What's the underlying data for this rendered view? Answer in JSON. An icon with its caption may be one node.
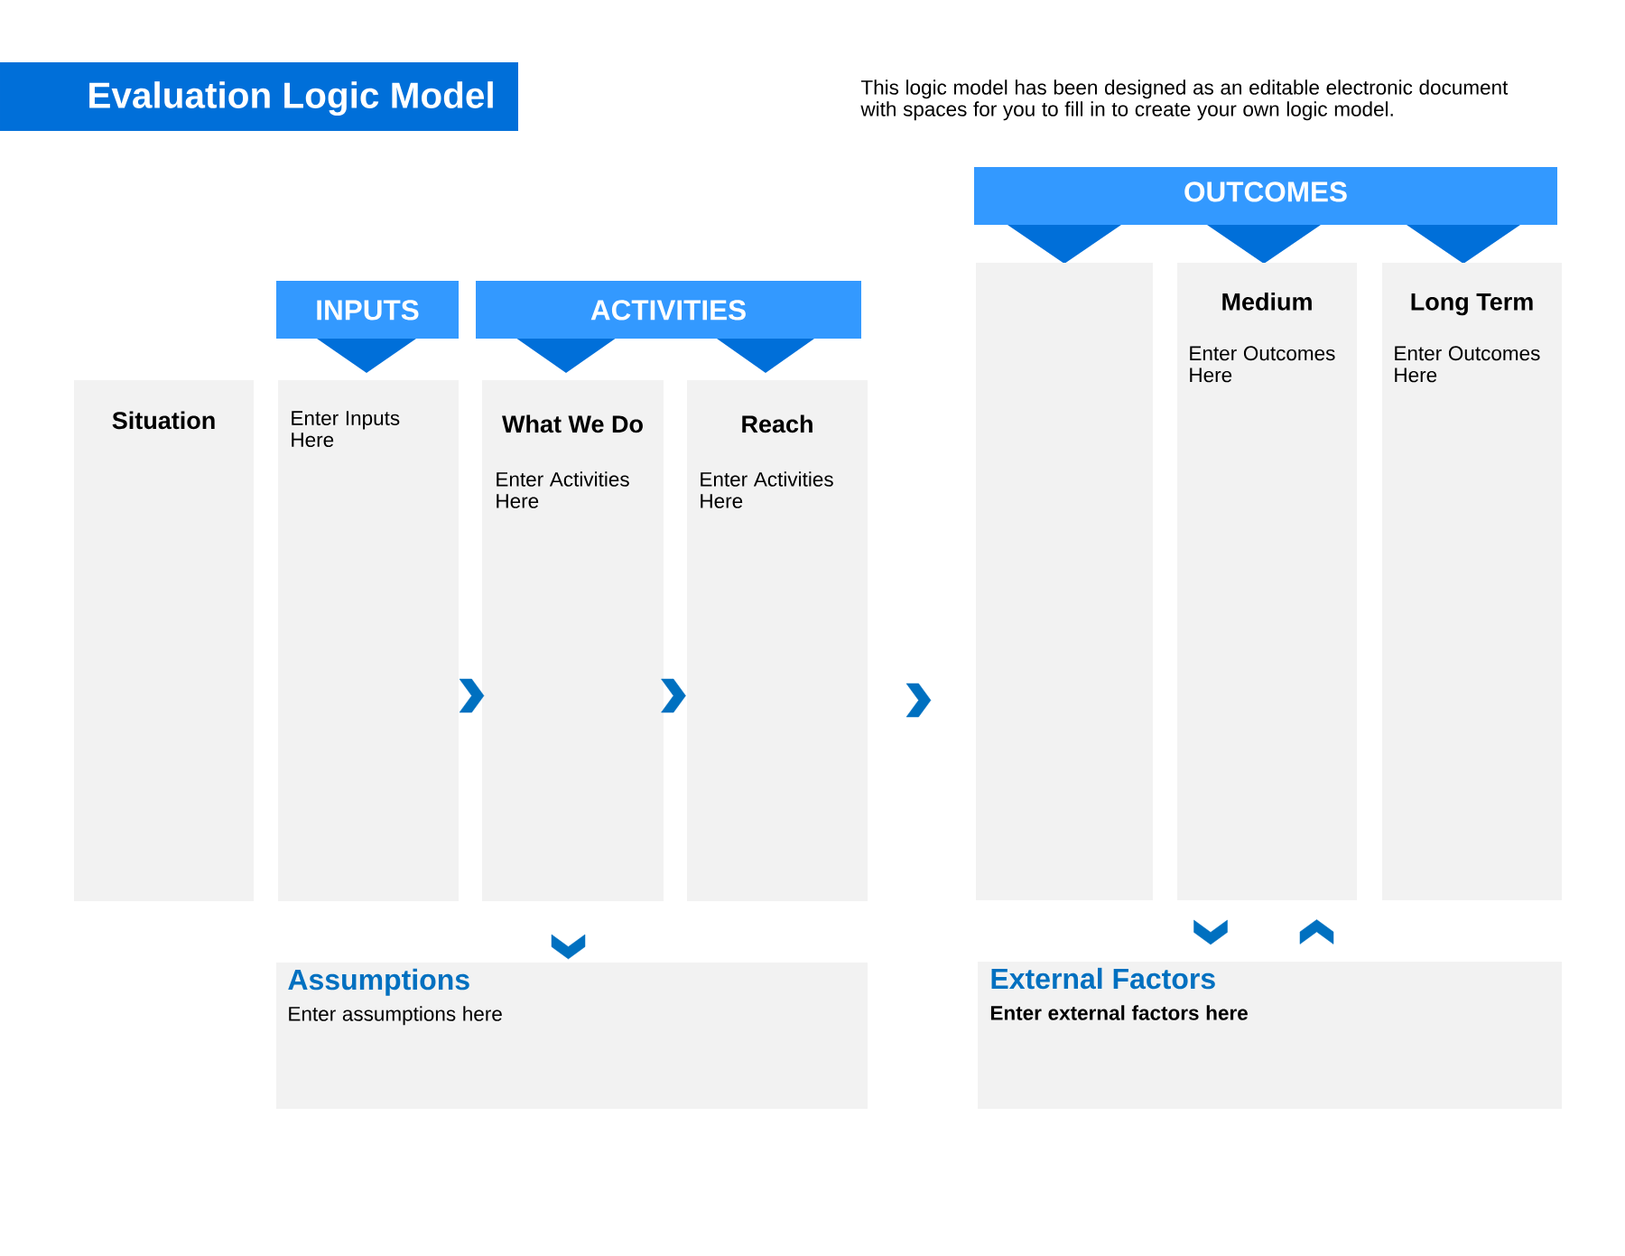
{
  "diagram": {
    "title": "Evaluation Logic Model",
    "nodes": [
      {
        "text": [
          "INPUTS"
        ]
      },
      {
        "text": [
          "ACTIVITIES"
        ]
      },
      {
        "text": [
          "OUTCOMES"
        ]
      },
      {
        "text": [
          "Situation"
        ]
      },
      {
        "text": [
          "Enter Inputs Here"
        ]
      },
      {
        "text": [
          "What We Do",
          "Enter Activities Here"
        ]
      },
      {
        "text": [
          "Reach",
          "Enter Activities Here"
        ]
      },
      {
        "text": [],
        "shape": "box"
      },
      {
        "text": [
          "Medium",
          "Enter Outcomes Here"
        ]
      },
      {
        "text": [
          "Long Term",
          "Enter Outcomes Here"
        ]
      },
      {
        "text": [
          "Assumptions",
          "Enter assumptions here"
        ]
      },
      {
        "text": [
          "External Factors",
          "Enter external factors here"
        ]
      }
    ],
    "edges": [
      {
        "from": 4,
        "to": 5,
        "arrow": "to"
      },
      {
        "from": 5,
        "to": 6,
        "arrow": "to"
      },
      {
        "from": 6,
        "to": 7,
        "arrow": "to"
      },
      {
        "from": 5,
        "to": 10,
        "arrow": "to"
      },
      {
        "from": 8,
        "to": 11,
        "arrow": "to"
      },
      {
        "from": 11,
        "to": 8,
        "arrow": "to"
      }
    ],
    "labels": [
      "This logic model has been designed as an editable electronic document with spaces for you to fill in to create your own logic model."
    ]
  }
}
